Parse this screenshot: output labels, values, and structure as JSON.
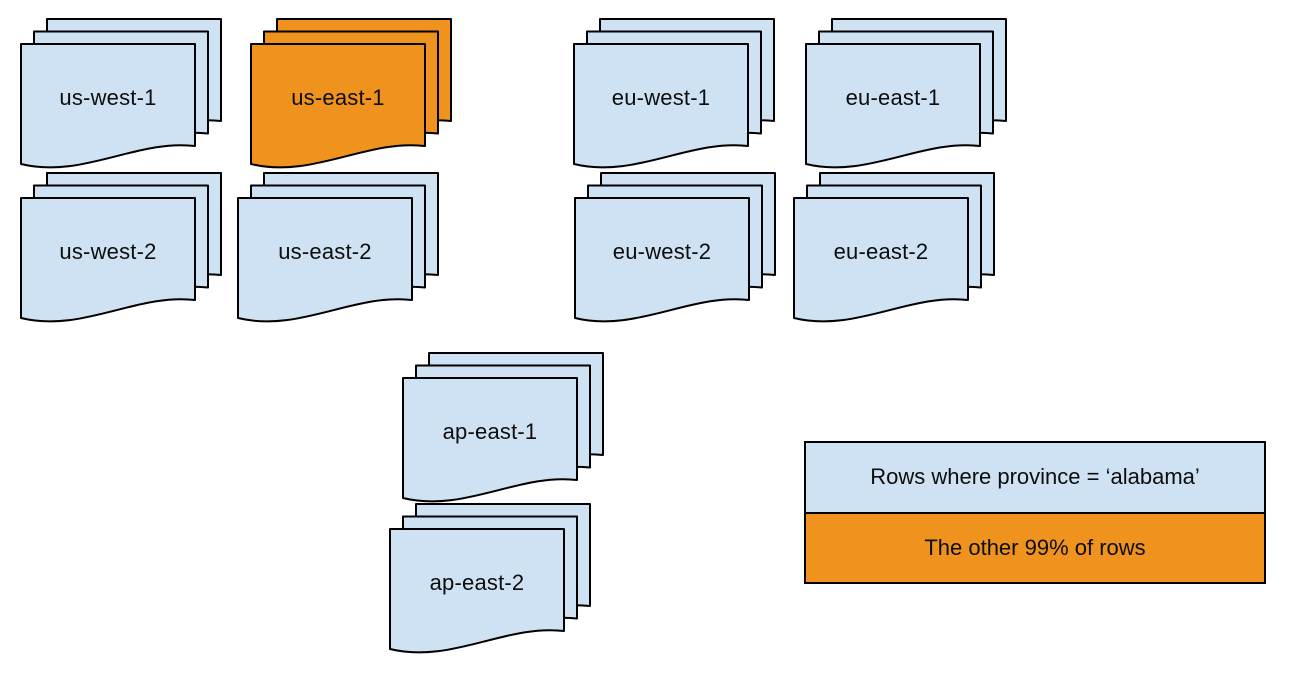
{
  "diagram": {
    "background": "#ffffff",
    "colors": {
      "document_fill": "#cfe2f3",
      "highlight_fill": "#f0931e",
      "stroke": "#000000",
      "text": "#0d0d0d"
    },
    "regions": [
      {
        "label": "us-west-1",
        "highlighted": false
      },
      {
        "label": "us-east-1",
        "highlighted": true
      },
      {
        "label": "eu-west-1",
        "highlighted": false
      },
      {
        "label": "eu-east-1",
        "highlighted": false
      },
      {
        "label": "us-west-2",
        "highlighted": false
      },
      {
        "label": "us-east-2",
        "highlighted": false
      },
      {
        "label": "eu-west-2",
        "highlighted": false
      },
      {
        "label": "eu-east-2",
        "highlighted": false
      },
      {
        "label": "ap-east-1",
        "highlighted": false
      },
      {
        "label": "ap-east-2",
        "highlighted": false
      }
    ],
    "legend": {
      "items": [
        {
          "label": "Rows where province = ‘alabama’",
          "color": "#cfe2f3"
        },
        {
          "label": "The other 99% of rows",
          "color": "#f0931e"
        }
      ]
    }
  }
}
